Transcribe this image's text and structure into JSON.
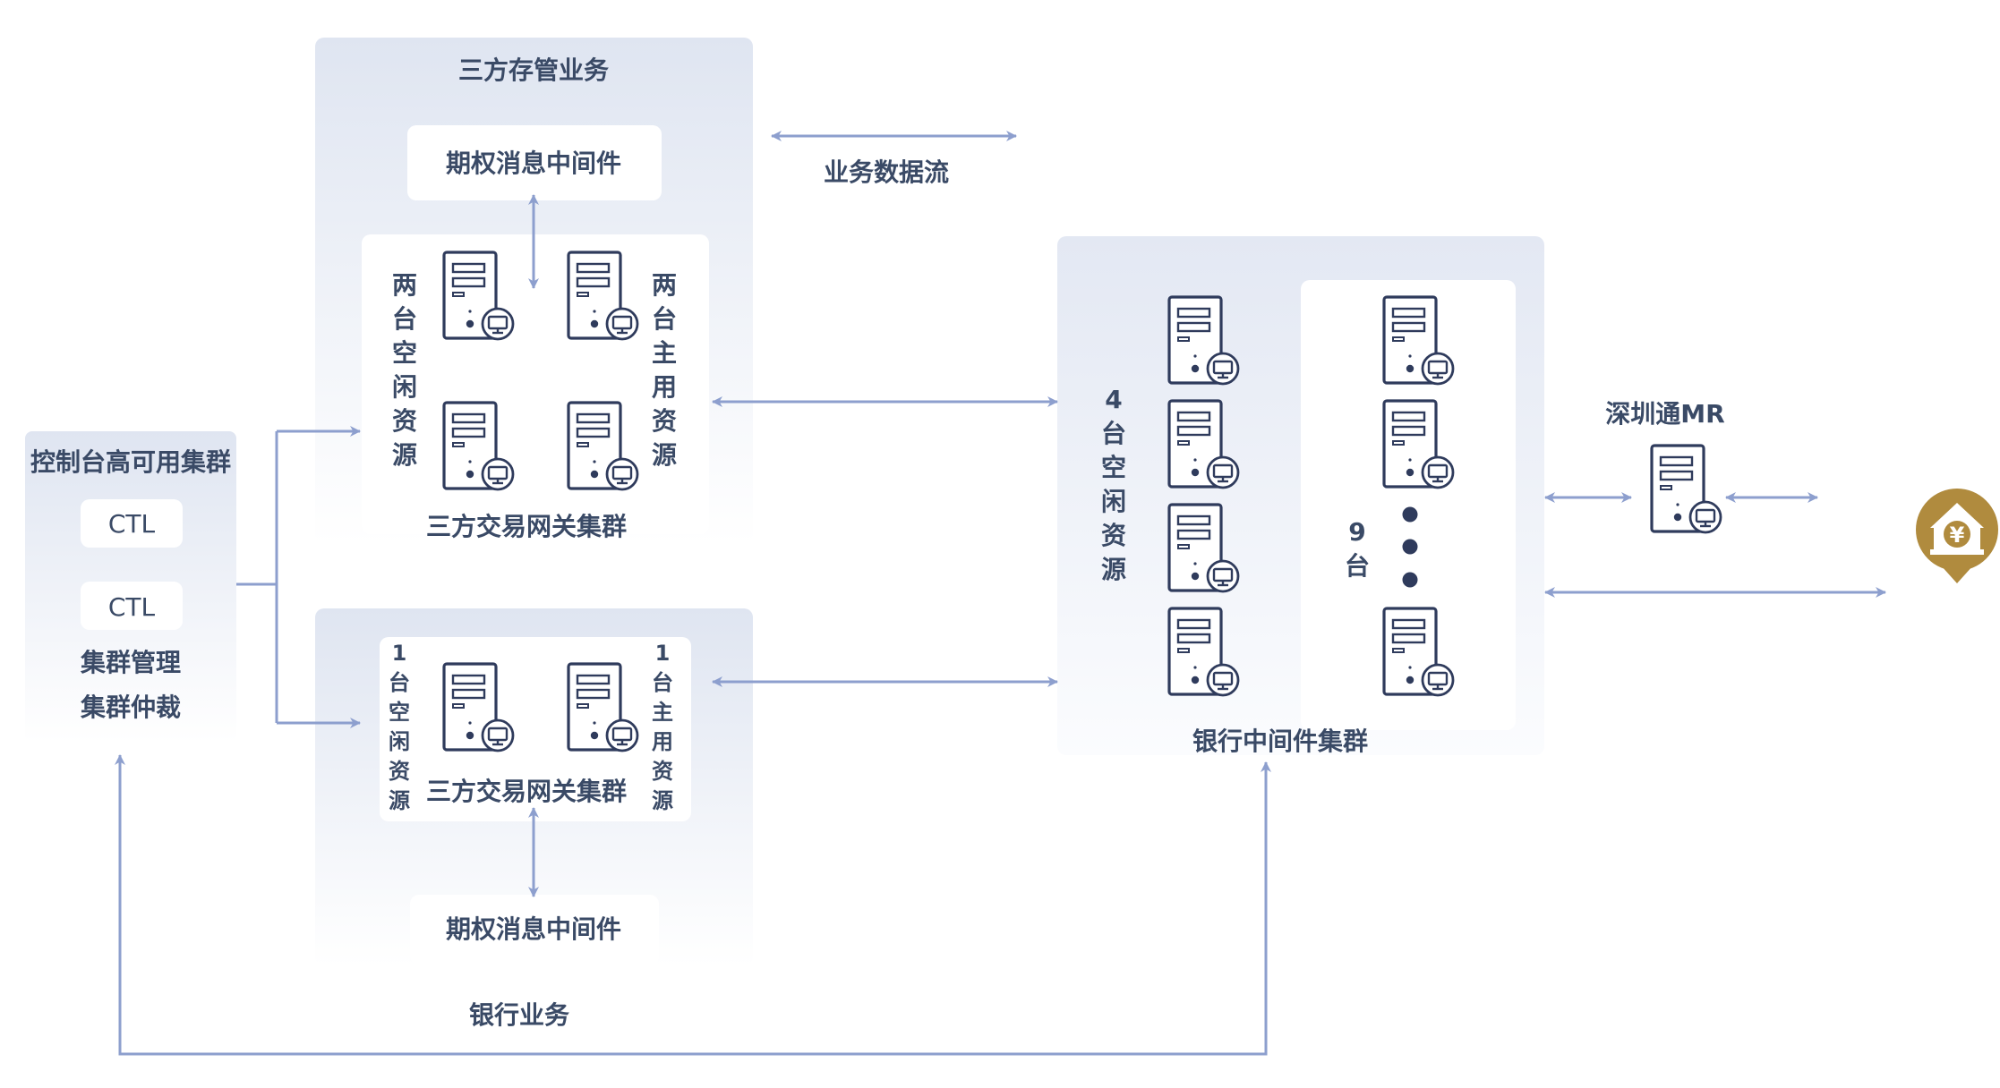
{
  "colors": {
    "panel_top": "#dfe5f1",
    "panel_bottom": "#ffffff",
    "inner_box": "#ffffff",
    "arrow": "#8d9fce",
    "server_stroke": "#2f3b5c",
    "text": "#3a4a66",
    "bank_gold": "#b08b3e"
  },
  "icons": {
    "server": "server-icon",
    "monitor_badge": "monitor-icon",
    "bank": "bank-yuan-icon",
    "ellipsis": "vertical-dots-icon"
  },
  "legend": {
    "data_flow": "业务数据流"
  },
  "console": {
    "title": "控制台高可用集群",
    "ctl_1": "CTL",
    "ctl_2": "CTL",
    "manage": "集群管理",
    "arbitrate": "集群仲裁"
  },
  "custody": {
    "title": "三方存管业务",
    "middleware": "期权消息中间件",
    "gateway_title": "三方交易网关集群",
    "left_label": "两台空闲资源",
    "right_label": "两台主用资源"
  },
  "bank_business": {
    "gateway_title": "三方交易网关集群",
    "left_label": "1台空闲资源",
    "right_label": "1台主用资源",
    "middleware": "期权消息中间件",
    "flow_label": "银行业务"
  },
  "bank_middleware": {
    "title": "银行中间件集群",
    "left_label": "4台空闲资源",
    "right_label": "9台"
  },
  "shenzhen": {
    "label": "深圳通MR"
  }
}
